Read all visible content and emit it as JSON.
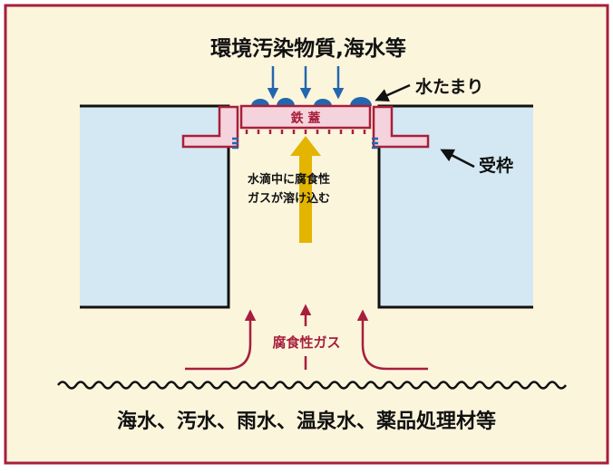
{
  "title": "環境汚染物質,海水等",
  "labels": {
    "puddle": "水たまり",
    "lid": "鉄 蓋",
    "frame": "受枠",
    "dissolve_line1": "水滴中に腐食性",
    "dissolve_line2": "ガスが溶け込む",
    "corrosive_gas": "腐食性ガス",
    "sources": "海水、汚水、雨水、温泉水、薬品処理材等"
  },
  "colors": {
    "background": "#fbf5dc",
    "border": "#a81e3c",
    "maroon": "#a81e3c",
    "lid_fill": "#f5d3dc",
    "ground_fill": "#d3e8f3",
    "blue": "#2267ae",
    "yellow_arrow": "#e3b400",
    "text": "#111111"
  },
  "icons": {
    "down_arrows": "arrow-down-icon",
    "up_arrows": "arrow-up-icon",
    "pointer": "pointer-arrow-icon"
  }
}
